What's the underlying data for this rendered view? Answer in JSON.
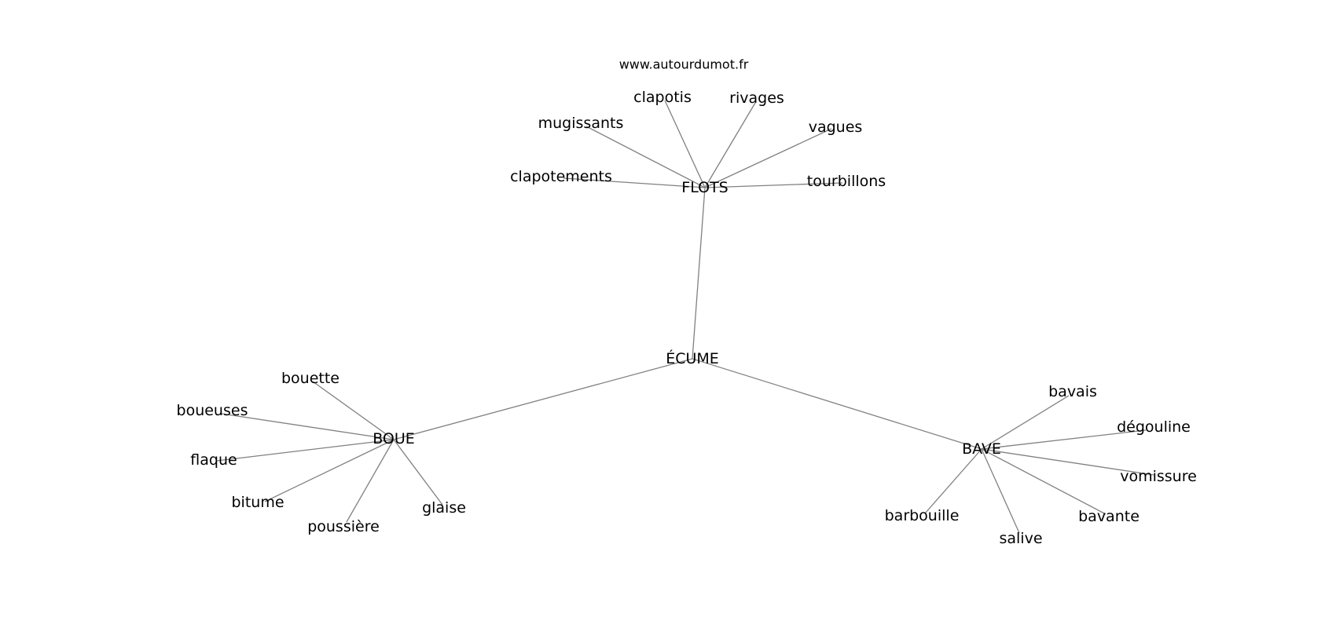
{
  "source": "www.autourdumot.fr",
  "center": "ÉCUME",
  "hubs": [
    {
      "label": "FLOTS",
      "words": [
        "clapotis",
        "rivages",
        "mugissants",
        "vagues",
        "clapotements",
        "tourbillons"
      ]
    },
    {
      "label": "BOUE",
      "words": [
        "bouette",
        "boueuses",
        "flaque",
        "bitume",
        "poussière",
        "glaise"
      ]
    },
    {
      "label": "BAVE",
      "words": [
        "bavais",
        "dégouline",
        "vomissure",
        "bavante",
        "salive",
        "barbouille"
      ]
    }
  ],
  "colors": {
    "edge": "#808080",
    "text": "#000000",
    "background": "#ffffff"
  }
}
